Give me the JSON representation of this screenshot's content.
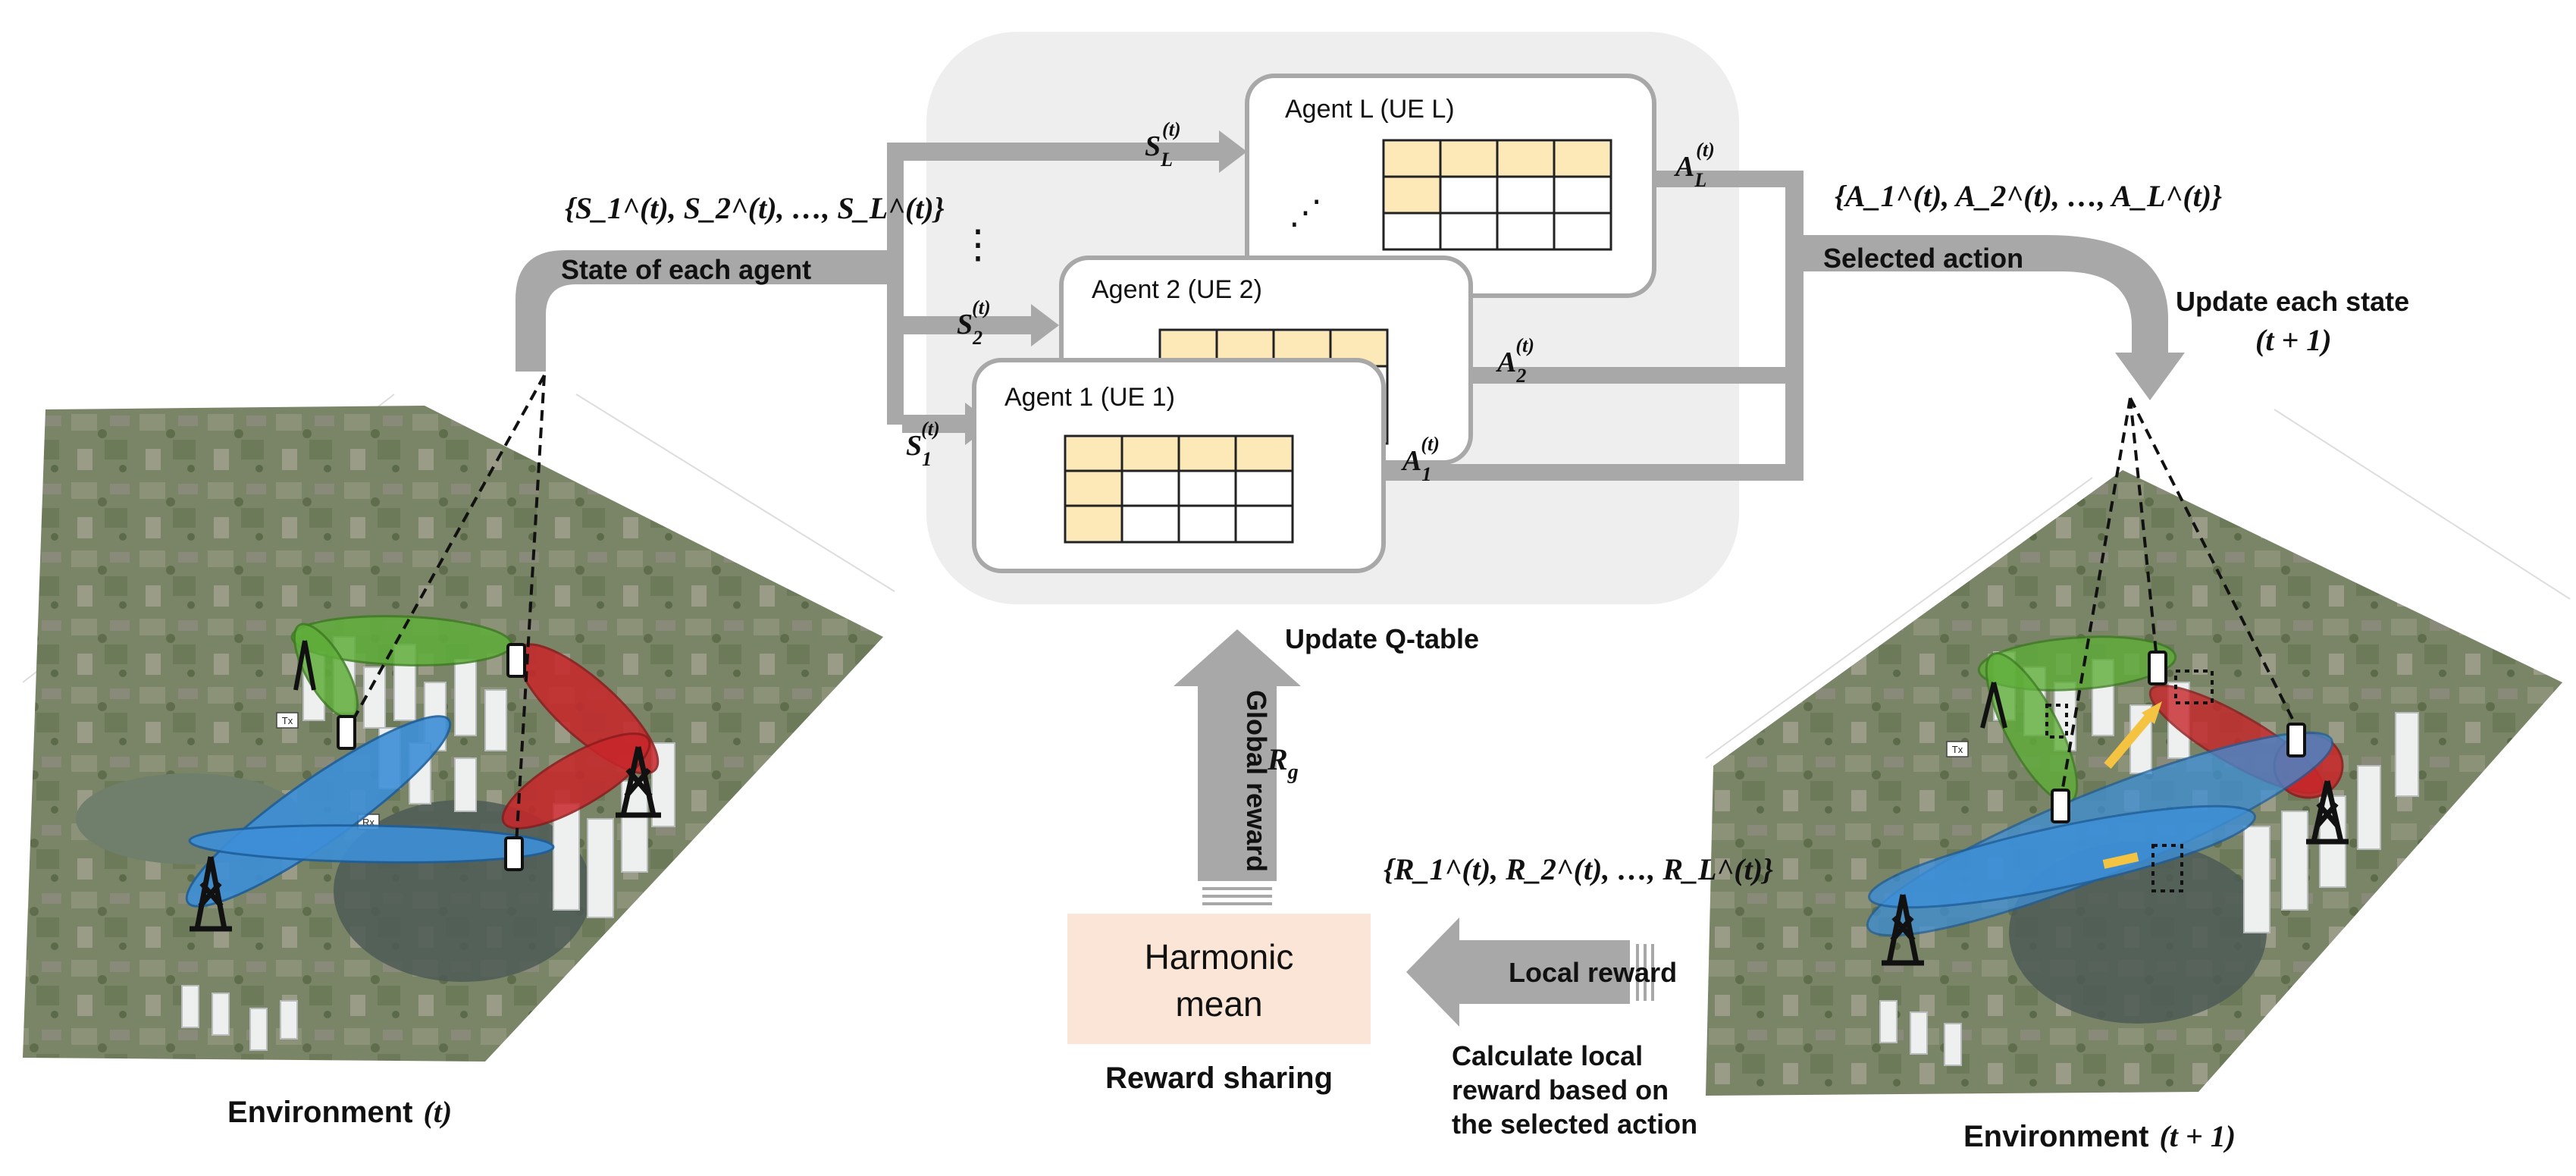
{
  "state_set": "{S_1^(t), S_2^(t), …, S_L^(t)}",
  "state_label": "State of each agent",
  "agent_L": "Agent L (UE L)",
  "agent_2": "Agent 2 (UE 2)",
  "agent_1": "Agent 1 (UE 1)",
  "action_set": "{A_1^(t), A_2^(t), …, A_L^(t)}",
  "selected_action": "Selected action",
  "update_state": "Update each state",
  "update_state_time": "(t + 1)",
  "update_q": "Update Q-table",
  "global_reward": "Global reward",
  "rg": "R_g",
  "reward_set": "{R_1^(t), R_2^(t), …, R_L^(t)}",
  "harmonic_1": "Harmonic",
  "harmonic_2": "mean",
  "local_reward": "Local reward",
  "reward_sharing": "Reward sharing",
  "calc_1": "Calculate local",
  "calc_2": "reward based on",
  "calc_3": "the selected action",
  "env_left_word": "Environment",
  "env_left_time": "(t)",
  "env_right_word": "Environment",
  "env_right_time": "(t + 1)",
  "map_tx": "Tx",
  "map_rx": "Rx",
  "colors": {
    "arrow_gray": "#a8a8a8",
    "panel_gray": "#eeeeee",
    "table_highlight": "#fde9b8",
    "harmonic_box": "#fbe5d6",
    "beam_green": "#5fae3a",
    "beam_red": "#c8262a",
    "beam_blue": "#3d8fd8",
    "beam_yellow": "#f5c342",
    "map_ground": "#7a8466"
  }
}
